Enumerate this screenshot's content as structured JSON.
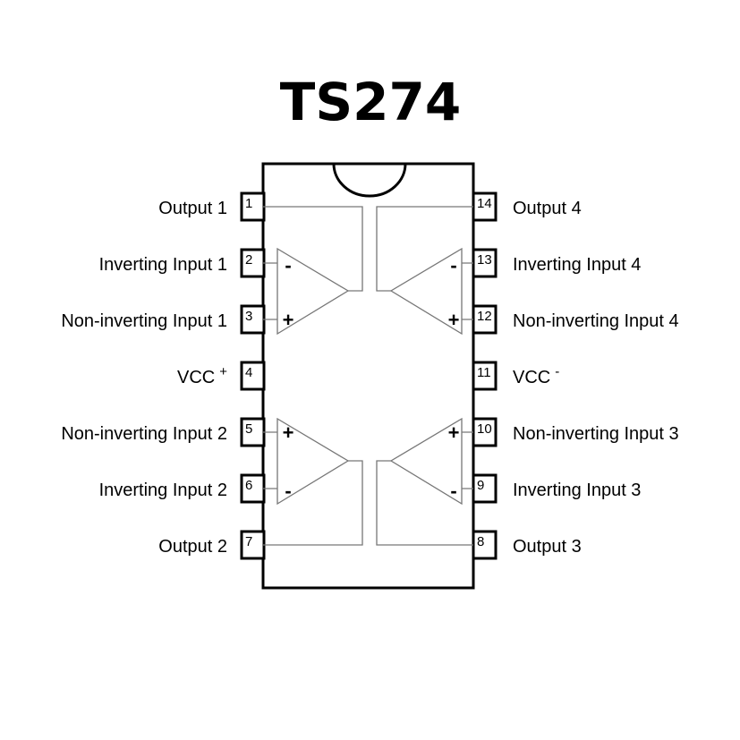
{
  "title": "TS274",
  "pins": [
    {
      "num": "1",
      "label": "Output 1"
    },
    {
      "num": "2",
      "label": "Inverting Input 1"
    },
    {
      "num": "3",
      "label": "Non-inverting Input 1"
    },
    {
      "num": "4",
      "label": "VCC",
      "sup": "+"
    },
    {
      "num": "5",
      "label": "Non-inverting Input 2"
    },
    {
      "num": "6",
      "label": "Inverting Input 2"
    },
    {
      "num": "7",
      "label": "Output 2"
    },
    {
      "num": "8",
      "label": "Output 3"
    },
    {
      "num": "9",
      "label": "Inverting Input 3"
    },
    {
      "num": "10",
      "label": "Non-inverting Input 3"
    },
    {
      "num": "11",
      "label": "VCC",
      "sup": "-"
    },
    {
      "num": "12",
      "label": "Non-inverting Input 4"
    },
    {
      "num": "13",
      "label": "Inverting Input 4"
    },
    {
      "num": "14",
      "label": "Output 4"
    }
  ],
  "signs": {
    "minus": "-",
    "plus": "+"
  }
}
